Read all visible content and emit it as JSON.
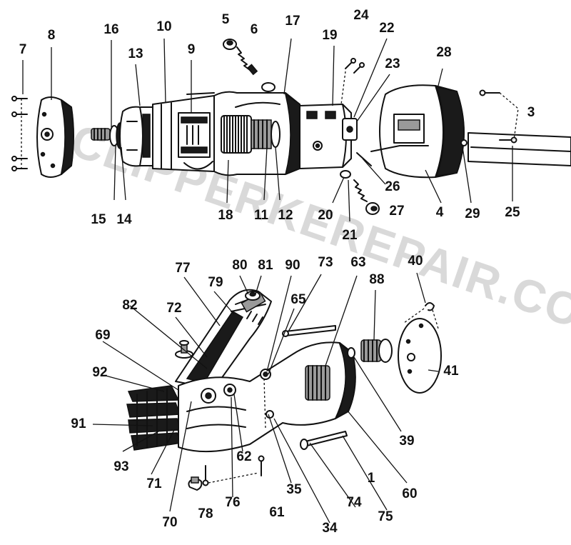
{
  "watermark": "CLIPPERKEREPAIR.COM",
  "labels": {
    "p1": "1",
    "p3": "3",
    "p4": "4",
    "p5": "5",
    "p6": "6",
    "p7": "7",
    "p8": "8",
    "p9": "9",
    "p10": "10",
    "p11": "11",
    "p12": "12",
    "p13": "13",
    "p14": "14",
    "p15": "15",
    "p16": "16",
    "p17": "17",
    "p18": "18",
    "p19": "19",
    "p20": "20",
    "p21": "21",
    "p22": "22",
    "p23": "23",
    "p24": "24",
    "p25": "25",
    "p26": "26",
    "p27": "27",
    "p28": "28",
    "p29": "29",
    "p34": "34",
    "p35": "35",
    "p39": "39",
    "p40": "40",
    "p41": "41",
    "p60": "60",
    "p61": "61",
    "p62": "62",
    "p63": "63",
    "p65": "65",
    "p69": "69",
    "p70": "70",
    "p71": "71",
    "p72": "72",
    "p73": "73",
    "p74": "74",
    "p75": "75",
    "p76": "76",
    "p77": "77",
    "p78": "78",
    "p79": "79",
    "p80": "80",
    "p81": "81",
    "p82": "82",
    "p88": "88",
    "p90": "90",
    "p91": "91",
    "p92": "92",
    "p93": "93"
  }
}
